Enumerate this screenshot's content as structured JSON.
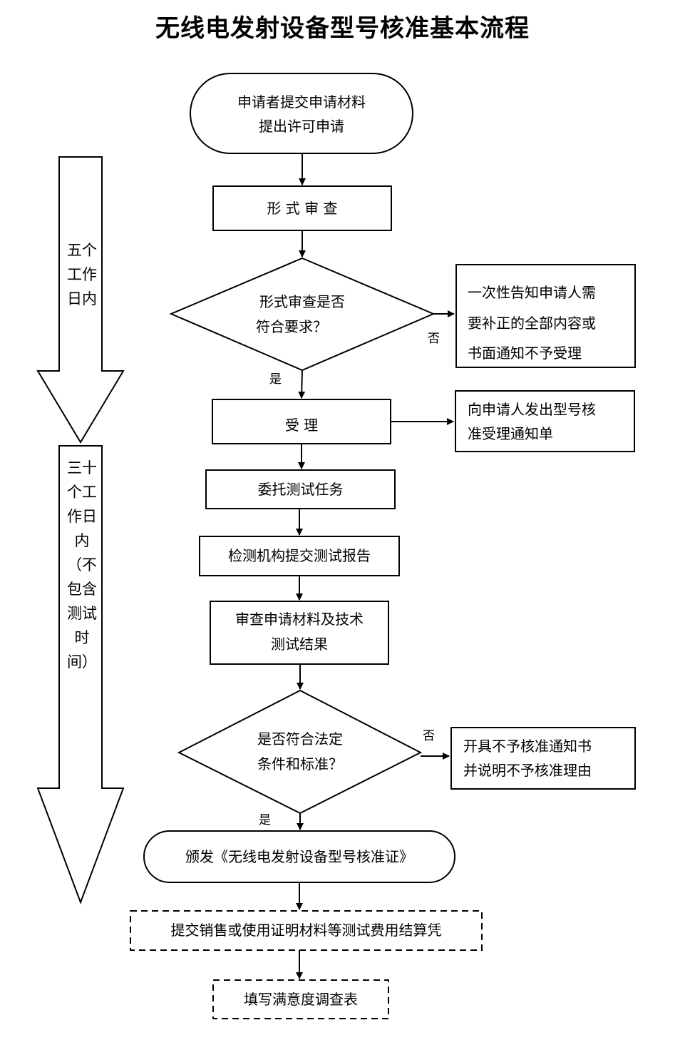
{
  "title": "无线电发射设备型号核准基本流程",
  "timeline": {
    "phase1": "五个工作日内",
    "phase2": "三十个工作日内（不包含测试时间）"
  },
  "nodes": {
    "start_line1": "申请者提交申请材料",
    "start_line2": "提出许可申请",
    "formal_review": "形 式 审 查",
    "decision1_line1": "形式审查是否",
    "decision1_line2": "符合要求？",
    "reject1_line1": "一次性告知申请人需",
    "reject1_line2": "要补正的全部内容或",
    "reject1_line3": "书面通知不予受理",
    "accept": "受 理",
    "accept_notice_line1": "向申请人发出型号核",
    "accept_notice_line2": "准受理通知单",
    "delegate_test": "委托测试任务",
    "test_report": "检测机构提交测试报告",
    "review_line1": "审查申请材料及技术",
    "review_line2": "测试结果",
    "decision2_line1": "是否符合法定",
    "decision2_line2": "条件和标准？",
    "reject2_line1": "开具不予核准通知书",
    "reject2_line2": "并说明不予核准理由",
    "issue_cert": "颁发《无线电发射设备型号核准证》",
    "submit_proof": "提交销售或使用证明材料等测试费用结算凭",
    "survey": "填写满意度调查表"
  },
  "labels": {
    "no1": "否",
    "yes1": "是",
    "no2": "否",
    "yes2": "是"
  }
}
